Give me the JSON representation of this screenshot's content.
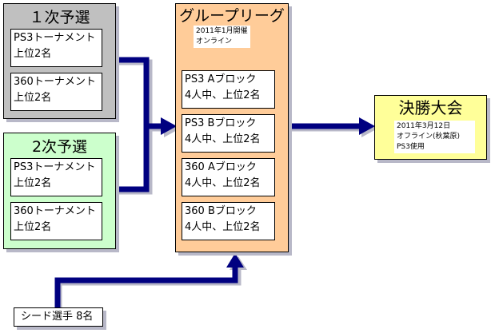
{
  "diagram": {
    "qualifier1": {
      "title": "１次予選",
      "entries": [
        {
          "line1": "PS3トーナメント",
          "line2": "上位2名"
        },
        {
          "line1": "360トーナメント",
          "line2": "上位2名"
        }
      ],
      "color": "#c0c0c0"
    },
    "qualifier2": {
      "title": "2次予選",
      "entries": [
        {
          "line1": "PS3トーナメント",
          "line2": "上位2名"
        },
        {
          "line1": "360トーナメント",
          "line2": "上位2名"
        }
      ],
      "color": "#ccffcc"
    },
    "group_league": {
      "title": "グループリーグ",
      "note_line1": "2011年1月開催",
      "note_line2": "オンライン",
      "blocks": [
        {
          "line1": "PS3 Aブロック",
          "line2": "4人中、上位2名"
        },
        {
          "line1": "PS3 Bブロック",
          "line2": "4人中、上位2名"
        },
        {
          "line1": "360 Aブロック",
          "line2": "4人中、上位2名"
        },
        {
          "line1": "360 Bブロック",
          "line2": "4人中、上位2名"
        }
      ],
      "color": "#ffcc99"
    },
    "final": {
      "title": "決勝大会",
      "note_line1": "2011年3月12日",
      "note_line2": "オフライン(秋葉原)",
      "note_line3": "PS3使用",
      "color": "#ffff99"
    },
    "seed": {
      "label": "シード選手 8名"
    },
    "arrow_color": "#000080"
  }
}
